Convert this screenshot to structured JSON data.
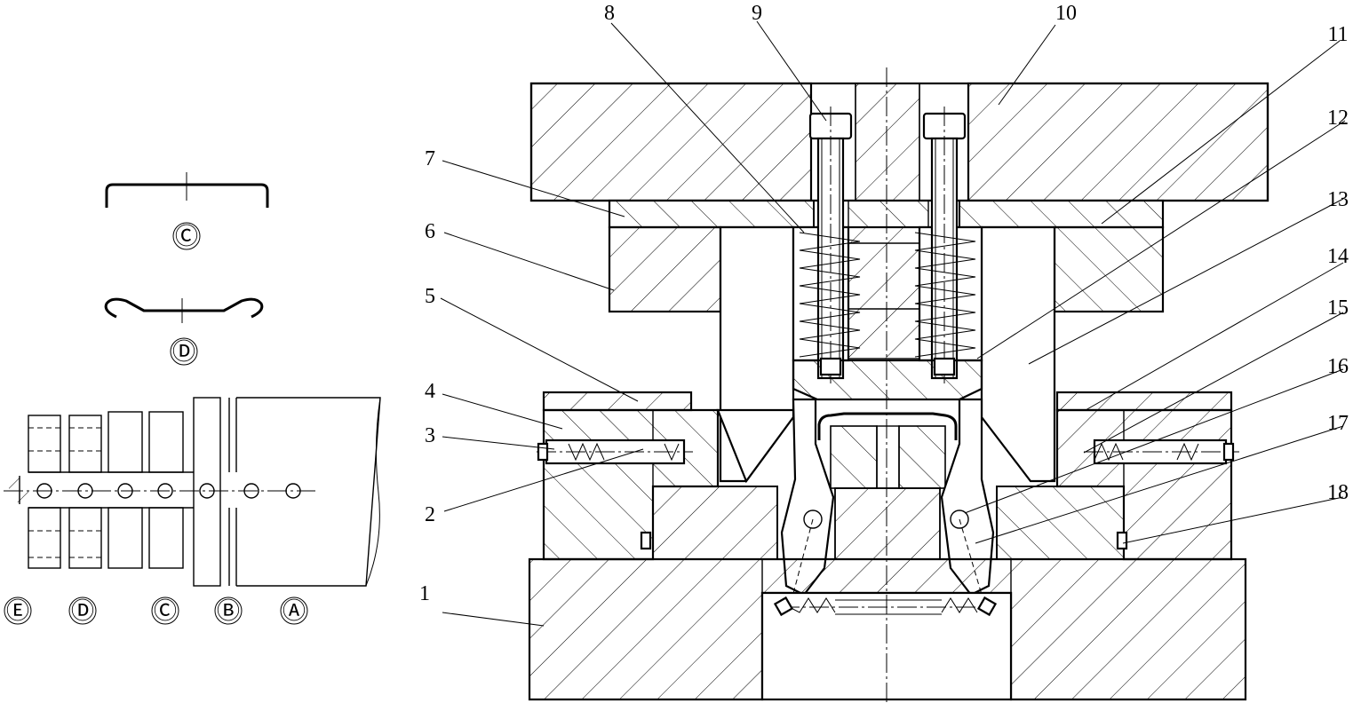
{
  "colors": {
    "ink": "#000000",
    "paper": "#ffffff"
  },
  "part_labels": [
    "1",
    "2",
    "3",
    "4",
    "5",
    "6",
    "7",
    "8",
    "9",
    "10",
    "11",
    "12",
    "13",
    "14",
    "15",
    "16",
    "17",
    "18"
  ],
  "station_labels": [
    "Ⓔ",
    "Ⓓ",
    "Ⓒ",
    "Ⓑ",
    "Ⓐ"
  ],
  "profile_labels": [
    "Ⓒ",
    "Ⓓ"
  ]
}
